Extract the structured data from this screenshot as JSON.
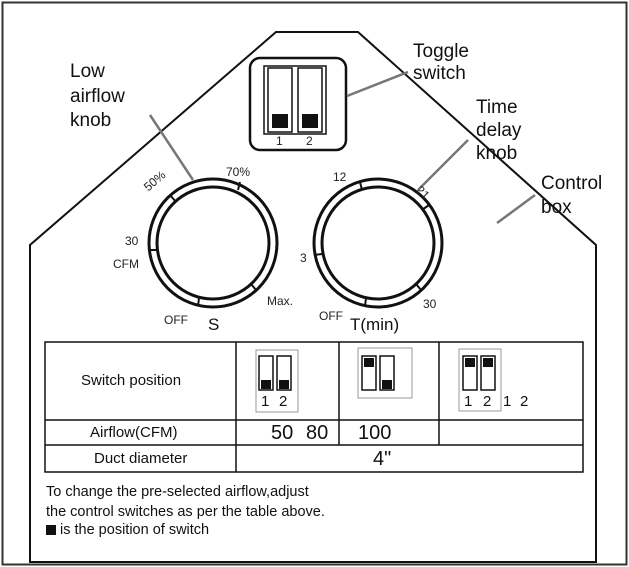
{
  "callouts": {
    "toggle": [
      "Toggle",
      "switch"
    ],
    "low_airflow": [
      "Low",
      "airflow",
      "knob"
    ],
    "time_delay": [
      "Time",
      "delay",
      "knob"
    ],
    "control_box": [
      "Control",
      "box"
    ]
  },
  "toggle_switch": {
    "labels": [
      "1",
      "2"
    ]
  },
  "airflow_knob": {
    "label": "S",
    "marks": {
      "p50": "50%",
      "p70": "70%",
      "cfm30_a": "30",
      "cfm30_b": "CFM",
      "off": "OFF",
      "max": "Max."
    }
  },
  "time_knob": {
    "label": "T(min)",
    "marks": {
      "t12": "12",
      "t21": "21",
      "t3": "3",
      "off": "OFF",
      "t30": "30"
    }
  },
  "table": {
    "row_headers": {
      "switch_position": "Switch position",
      "airflow": "Airflow(CFM)",
      "duct": "Duct diameter"
    },
    "col1_switch_labels": [
      "1",
      "2"
    ],
    "col3_switch_labels": [
      "1",
      "2",
      "1",
      "2"
    ],
    "airflow_values": {
      "a": "50",
      "b": "80",
      "c": "100"
    },
    "duct_value": "4\""
  },
  "note": {
    "line1": "To change the pre-selected airflow,adjust",
    "line2": "the control switches as per the table above.",
    "line3": "is the position of switch"
  }
}
